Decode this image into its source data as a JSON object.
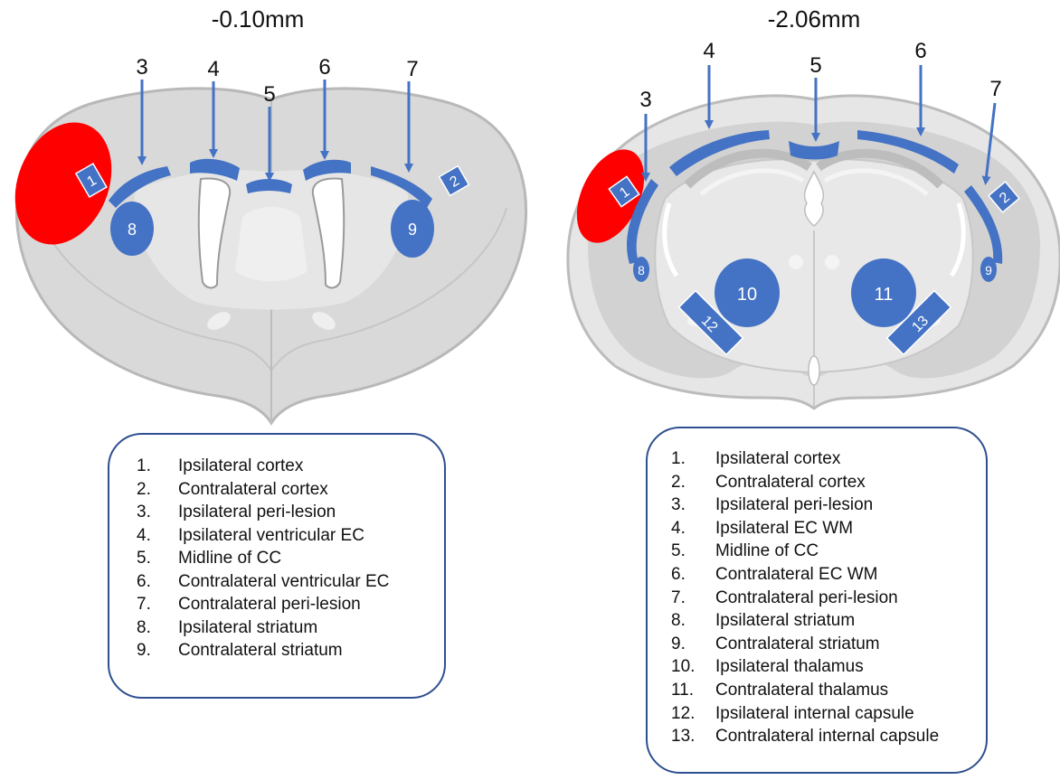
{
  "sections": [
    {
      "title": "-0.10mm",
      "arrow_numbers": [
        "3",
        "4",
        "5",
        "6",
        "7"
      ],
      "region_numbers": [
        "1",
        "2",
        "8",
        "9"
      ],
      "legend": [
        {
          "num": "1.",
          "text": "Ipsilateral cortex"
        },
        {
          "num": "2.",
          "text": "Contralateral cortex"
        },
        {
          "num": "3.",
          "text": "Ipsilateral peri-lesion"
        },
        {
          "num": "4.",
          "text": "Ipsilateral ventricular EC"
        },
        {
          "num": "5.",
          "text": "Midline of CC"
        },
        {
          "num": "6.",
          "text": "Contralateral ventricular EC"
        },
        {
          "num": "7.",
          "text": "Contralateral peri-lesion"
        },
        {
          "num": "8.",
          "text": "Ipsilateral striatum"
        },
        {
          "num": "9.",
          "text": "Contralateral striatum"
        }
      ]
    },
    {
      "title": "-2.06mm",
      "arrow_numbers": [
        "3",
        "4",
        "5",
        "6",
        "7"
      ],
      "region_numbers": [
        "1",
        "2",
        "8",
        "9",
        "10",
        "11",
        "12",
        "13"
      ],
      "legend": [
        {
          "num": "1.",
          "text": "Ipsilateral cortex"
        },
        {
          "num": "2.",
          "text": "Contralateral cortex"
        },
        {
          "num": "3.",
          "text": "Ipsilateral peri-lesion"
        },
        {
          "num": "4.",
          "text": "Ipsilateral EC WM"
        },
        {
          "num": "5.",
          "text": "Midline of CC"
        },
        {
          "num": "6.",
          "text": "Contralateral EC WM"
        },
        {
          "num": "7.",
          "text": "Contralateral peri-lesion"
        },
        {
          "num": "8.",
          "text": "Ipsilateral striatum"
        },
        {
          "num": "9.",
          "text": "Contralateral striatum"
        },
        {
          "num": "10.",
          "text": "Ipsilateral thalamus"
        },
        {
          "num": "11.",
          "text": "Contralateral thalamus"
        },
        {
          "num": "12.",
          "text": "Ipsilateral internal capsule"
        },
        {
          "num": "13.",
          "text": "Contralateral internal capsule"
        }
      ]
    }
  ],
  "colors": {
    "roi_blue": "#4472c4",
    "lesion_red": "#ff0000",
    "brain_gray": "#d9d9d9",
    "legend_border": "#2f4f8f"
  }
}
